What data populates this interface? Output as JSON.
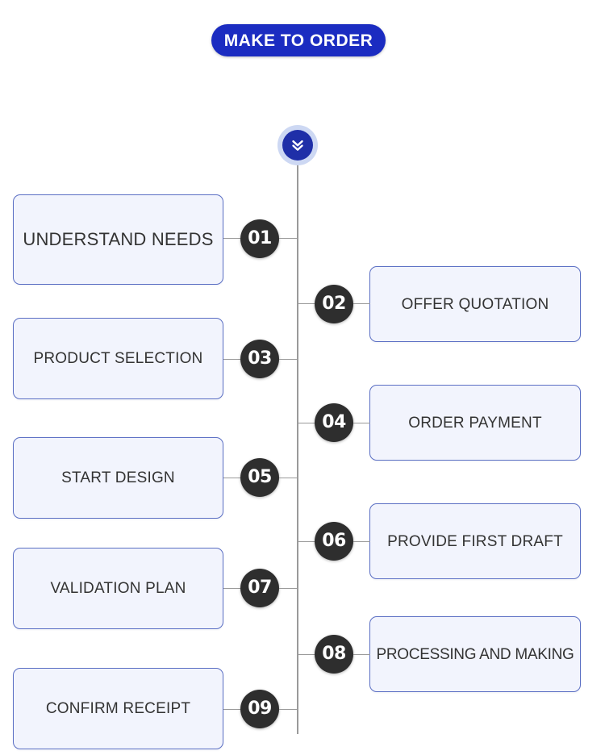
{
  "header": {
    "title": "MAKE TO ORDER",
    "pill_color": "#1b2cc1",
    "text_color": "#ffffff"
  },
  "diagram": {
    "type": "vertical-zigzag-timeline",
    "background": "#ffffff",
    "box_fill": "#f2f4fd",
    "box_border": "#5b6fc4",
    "badge_fill": "#2e2e2e",
    "badge_text": "#ffffff",
    "line_color": "#9a9a9a",
    "node_icon": "double-chevron-down-icon",
    "node_color": "#1f2fa8",
    "node_halo_color": "#cdd8f3",
    "steps": [
      {
        "number": "01",
        "label": "UNDERSTAND NEEDS",
        "side": "left"
      },
      {
        "number": "02",
        "label": "OFFER QUOTATION",
        "side": "right"
      },
      {
        "number": "03",
        "label": "PRODUCT SELECTION",
        "side": "left"
      },
      {
        "number": "04",
        "label": "ORDER PAYMENT",
        "side": "right"
      },
      {
        "number": "05",
        "label": "START DESIGN",
        "side": "left"
      },
      {
        "number": "06",
        "label": "PROVIDE FIRST DRAFT",
        "side": "right"
      },
      {
        "number": "07",
        "label": "VALIDATION PLAN",
        "side": "left"
      },
      {
        "number": "08",
        "label": "PROCESSING AND MAKING",
        "side": "right"
      },
      {
        "number": "09",
        "label": "CONFIRM RECEIPT",
        "side": "left"
      }
    ]
  }
}
